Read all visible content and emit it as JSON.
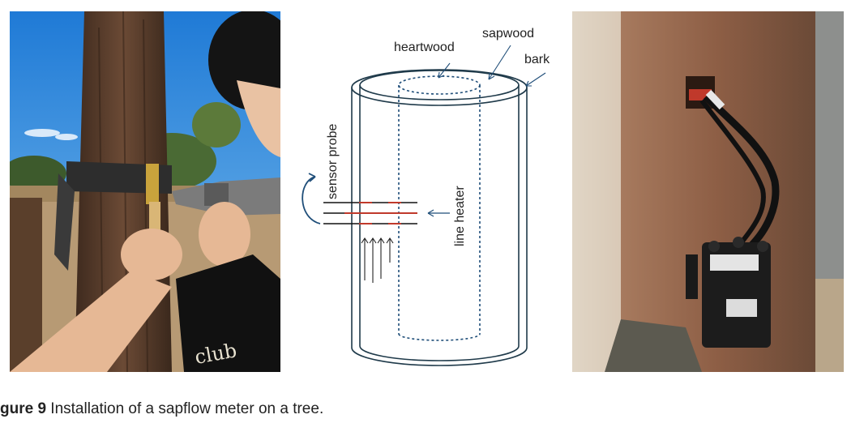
{
  "diagram": {
    "labels": {
      "heartwood": "heartwood",
      "sapwood": "sapwood",
      "bark": "bark",
      "sensor_probe": "sensor probe",
      "line_heater": "line heater"
    }
  },
  "caption": {
    "prefix": "gure 9",
    "text": " Installation of a sapflow meter on a tree."
  },
  "colors": {
    "cylinder_outline": "#1f3a4a",
    "heartwood_dash": "#1f4e79",
    "probe_red": "#c0392b",
    "sky": "#3b8fd6",
    "bark_brown": "#6b4a35"
  }
}
